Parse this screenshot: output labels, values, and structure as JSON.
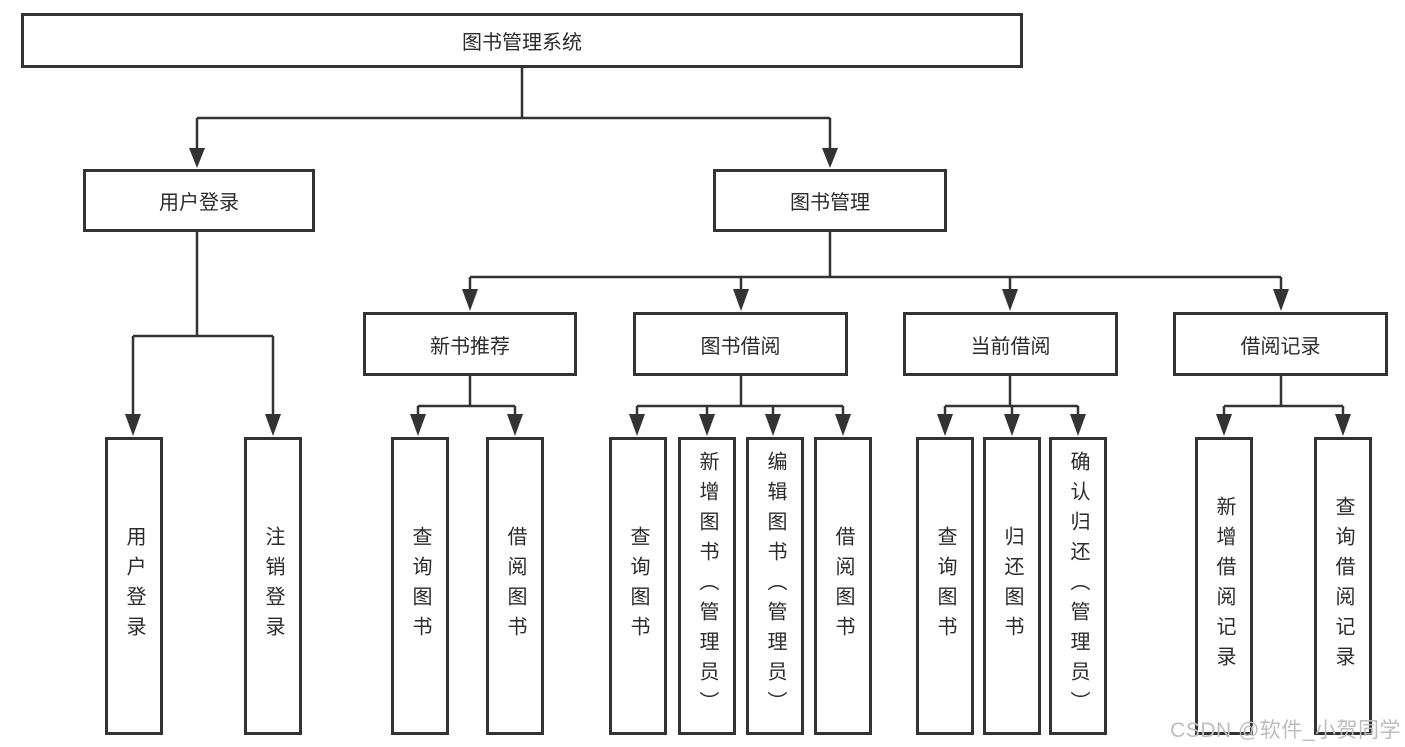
{
  "watermark": "CSDN @软件_小贺同学",
  "colors": {
    "line": "#333333",
    "box_border": "#333333",
    "box_background": "#ffffff",
    "text": "#2b2b2b",
    "watermark": "#bdbdbd"
  },
  "tree": {
    "label": "图书管理系统",
    "children": [
      {
        "label": "用户登录",
        "children": [
          {
            "label": "用户登录"
          },
          {
            "label": "注销登录"
          }
        ]
      },
      {
        "label": "图书管理",
        "children": [
          {
            "label": "新书推荐",
            "children": [
              {
                "label": "查询图书"
              },
              {
                "label": "借阅图书"
              }
            ]
          },
          {
            "label": "图书借阅",
            "children": [
              {
                "label": "查询图书"
              },
              {
                "label": "新增图书（管理员）"
              },
              {
                "label": "编辑图书（管理员）"
              },
              {
                "label": "借阅图书"
              }
            ]
          },
          {
            "label": "当前借阅",
            "children": [
              {
                "label": "查询图书"
              },
              {
                "label": "归还图书"
              },
              {
                "label": "确认归还（管理员）"
              }
            ]
          },
          {
            "label": "借阅记录",
            "children": [
              {
                "label": "新增借阅记录"
              },
              {
                "label": "查询借阅记录"
              }
            ]
          }
        ]
      }
    ]
  }
}
